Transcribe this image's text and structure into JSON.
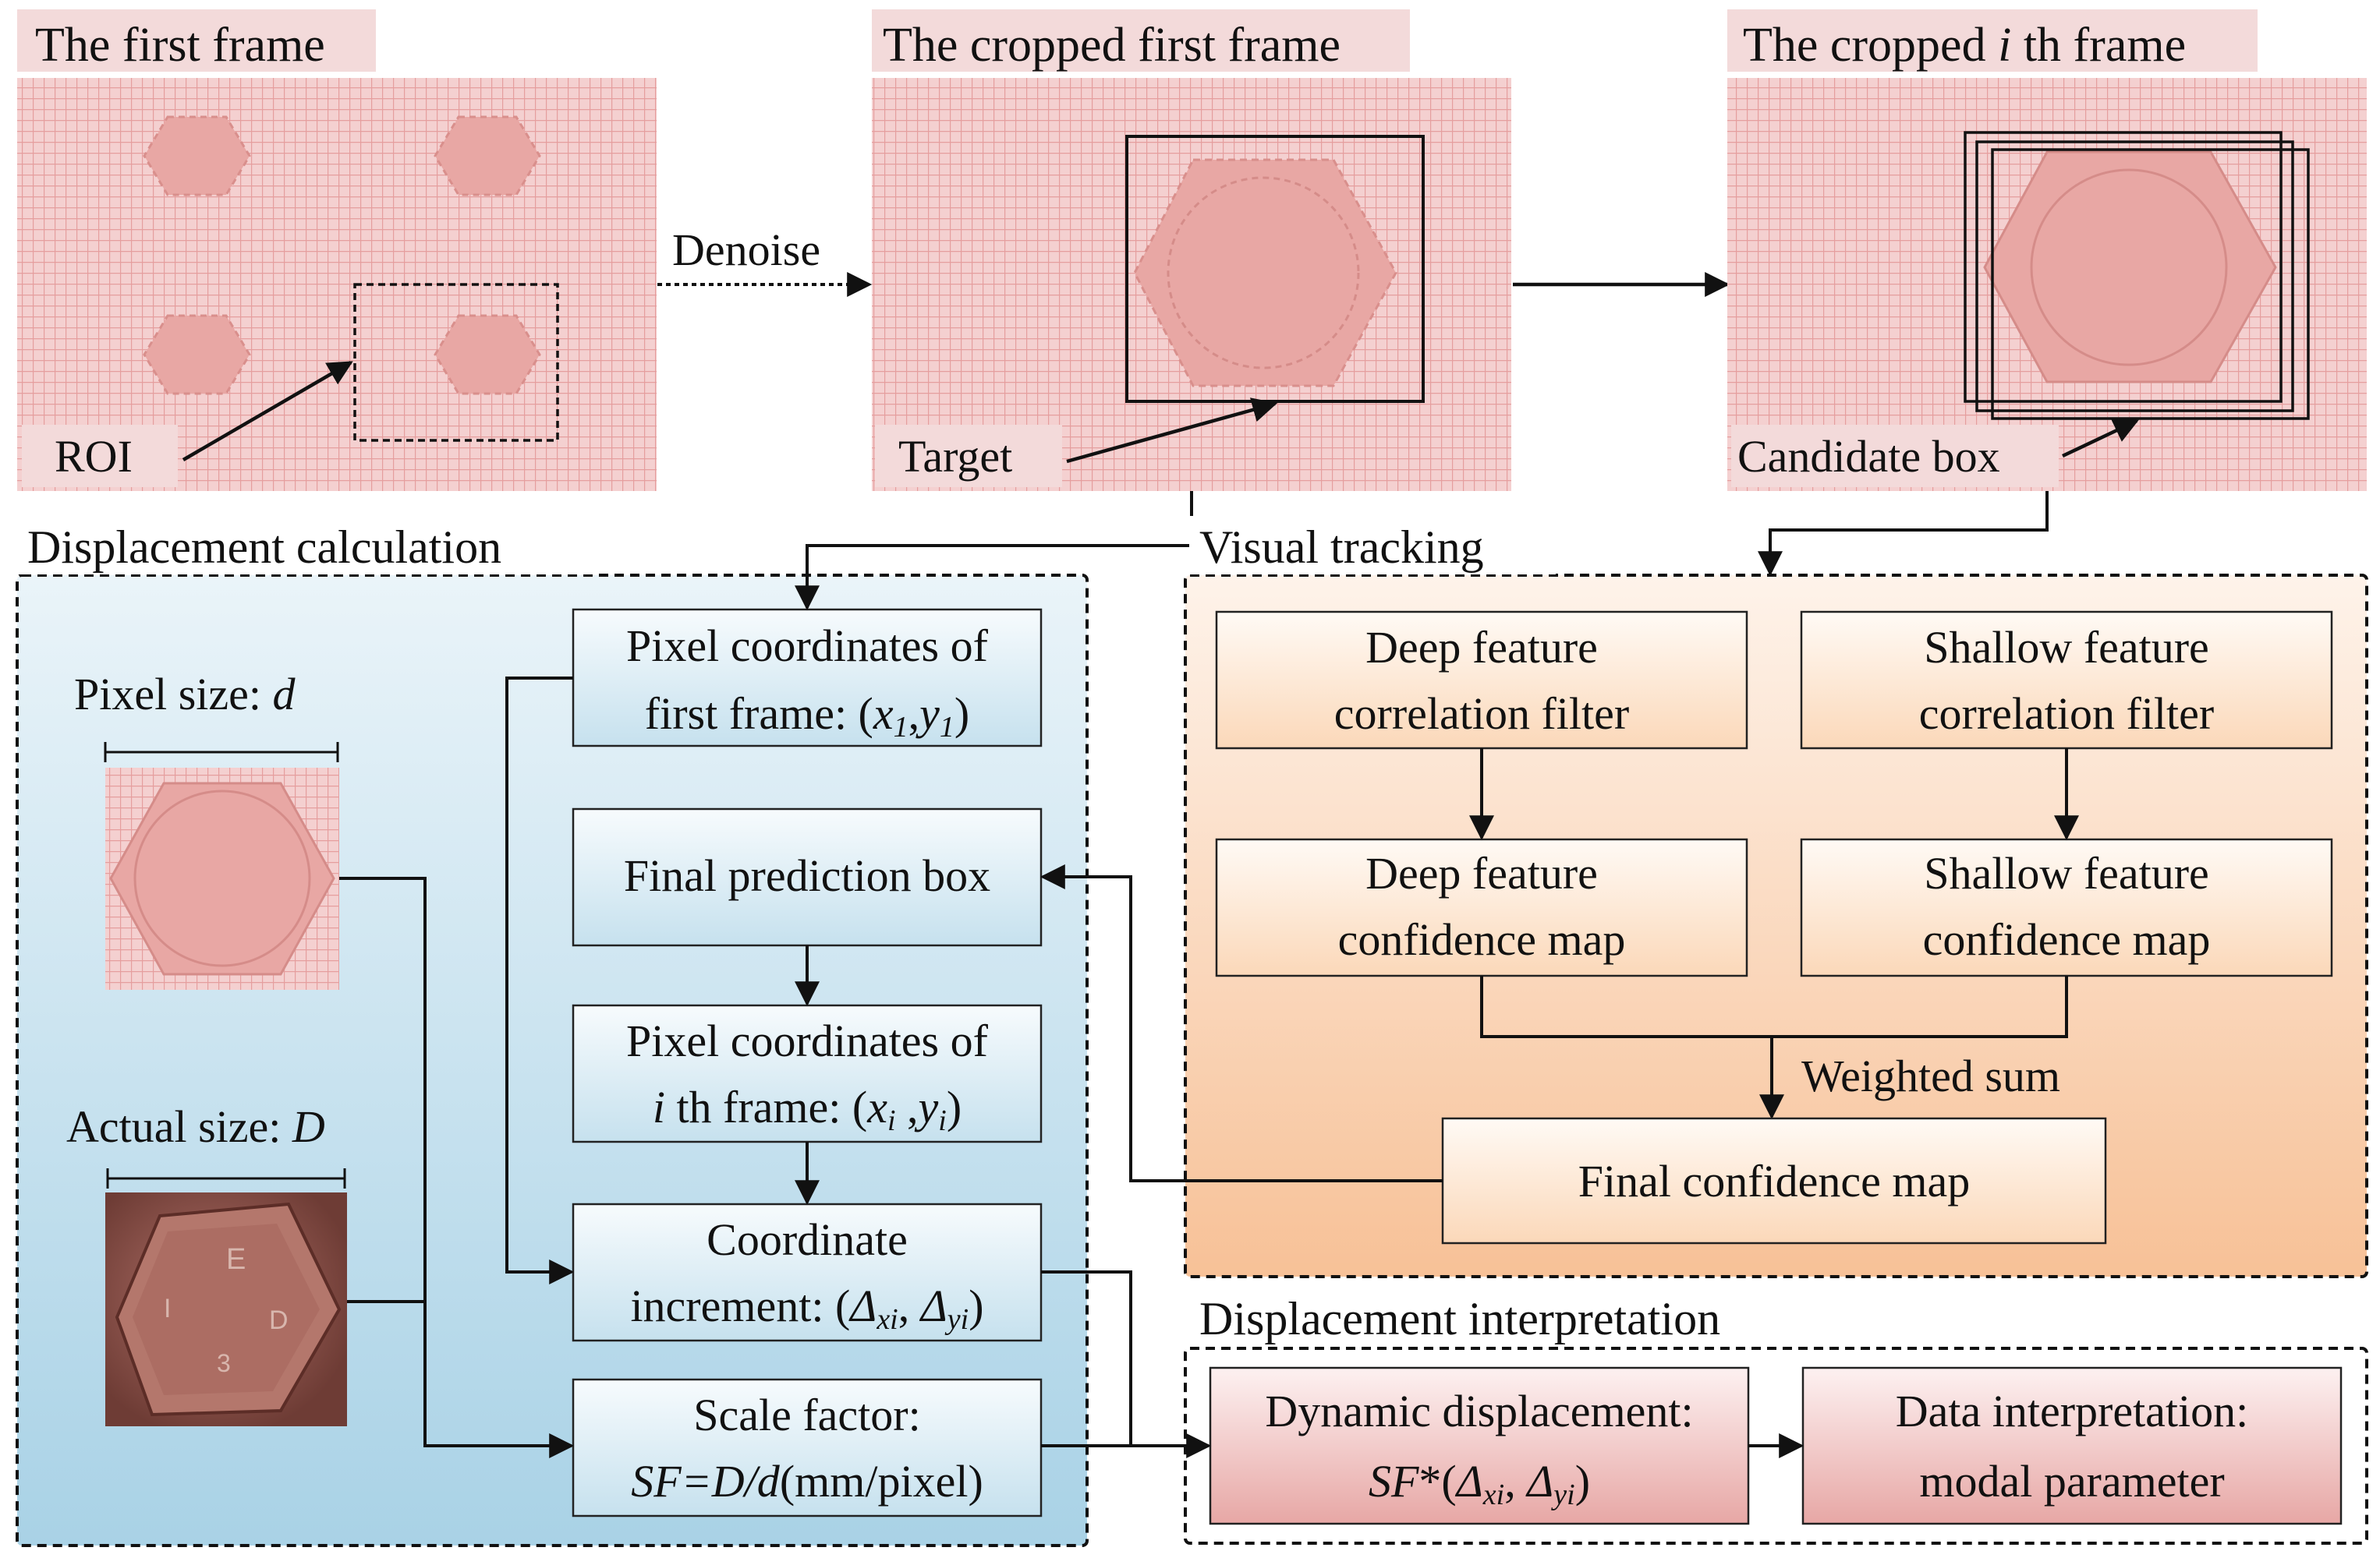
{
  "top": {
    "first_frame_title": "The first frame",
    "cropped_first_title": "The cropped first frame",
    "cropped_ith_title_a": "The cropped ",
    "cropped_ith_title_i": "i",
    "cropped_ith_title_b": " th frame",
    "denoise_label": "Denoise",
    "roi_label": "ROI",
    "target_label": "Target",
    "candidate_label": "Candidate box"
  },
  "displacement_calculation": {
    "title": "Displacement calculation",
    "pixel_size_label": "Pixel size: ",
    "pixel_size_var": "d",
    "actual_size_label": "Actual size: ",
    "actual_size_var": "D",
    "box_pixel_first_l1": "Pixel coordinates of",
    "box_pixel_first_l2a": "first frame: (",
    "box_pixel_first_x": "x",
    "box_pixel_first_xs": "1",
    "box_pixel_first_comma": ",",
    "box_pixel_first_y": "y",
    "box_pixel_first_ys": "1",
    "box_pixel_first_end": ")",
    "box_final_pred": "Final prediction box",
    "box_pixel_ith_l1": "Pixel coordinates of",
    "box_pixel_ith_i": "i",
    "box_pixel_ith_l2a": " th frame: (",
    "box_pixel_ith_x": "x",
    "box_pixel_ith_xs": "i",
    "box_pixel_ith_comma": " ,",
    "box_pixel_ith_y": "y",
    "box_pixel_ith_ys": "i",
    "box_pixel_ith_end": ")",
    "box_coord_l1": "Coordinate",
    "box_coord_l2a": "increment: (",
    "box_coord_dx": "Δ",
    "box_coord_dxs": "xi",
    "box_coord_comma": ", ",
    "box_coord_dy": "Δ",
    "box_coord_dys": "yi",
    "box_coord_end": ")",
    "box_scale_l1": "Scale factor:",
    "box_scale_sf": "SF=D/d",
    "box_scale_unit": "(mm/pixel)"
  },
  "visual_tracking": {
    "title": "Visual tracking",
    "deep_filter_l1": "Deep feature",
    "deep_filter_l2": "correlation filter",
    "shallow_filter_l1": "Shallow feature",
    "shallow_filter_l2": "correlation filter",
    "deep_conf_l1": "Deep feature",
    "deep_conf_l2": "confidence map",
    "shallow_conf_l1": "Shallow feature",
    "shallow_conf_l2": "confidence map",
    "weighted_sum": "Weighted sum",
    "final_conf": "Final confidence map"
  },
  "displacement_interpretation": {
    "title": "Displacement interpretation",
    "dyn_l1": "Dynamic displacement:",
    "dyn_sf": "SF",
    "dyn_star": "*(",
    "dyn_dx": "Δ",
    "dyn_dxs": "xi",
    "dyn_comma": ", ",
    "dyn_dy": "Δ",
    "dyn_dys": "yi",
    "dyn_end": ")",
    "data_l1": "Data interpretation:",
    "data_l2": "modal parameter"
  },
  "bolt_photo_marks": [
    "E",
    "I",
    "D",
    "3"
  ],
  "colors": {
    "grid_bg": "#f2c8c8",
    "grid_line": "#e7a5a5",
    "bolt_fill": "#e9a9a6",
    "blue_panel": "#bcdcea",
    "orange_panel": "#f9c79e",
    "red_panel": "#e9a4a2"
  }
}
